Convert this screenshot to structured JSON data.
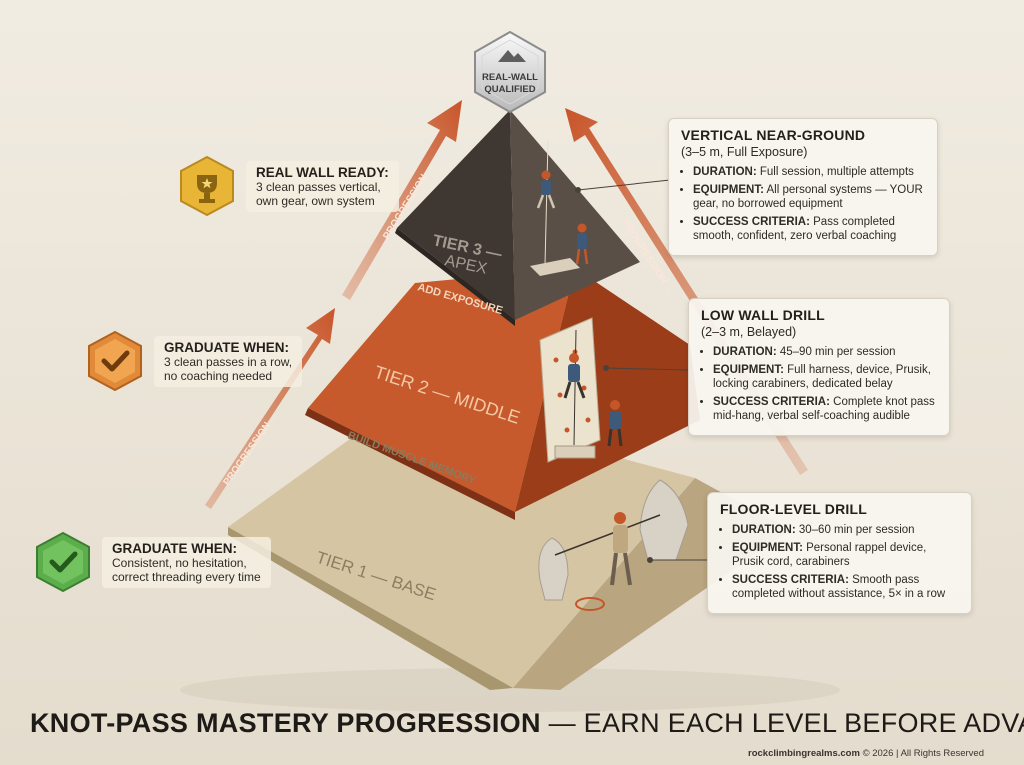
{
  "title": {
    "bold": "KNOT-PASS MASTERY PROGRESSION",
    "rest": " — EARN EACH LEVEL BEFORE ADVANCING"
  },
  "footer": {
    "domain": "rockclimbingrealms.com",
    "rest": " © 2026 | All Rights Reserved"
  },
  "seal": {
    "line1": "REAL-WALL",
    "line2": "QUALIFIED"
  },
  "tiers": {
    "tier1": {
      "label": "TIER 1 — BASE",
      "band": "BUILD MUSCLE MEMORY"
    },
    "tier2": {
      "label": "TIER 2 — MIDDLE",
      "band": "ADD EXPOSURE"
    },
    "tier3": {
      "line1": "TIER 3 —",
      "line2": "APEX"
    }
  },
  "arrows": {
    "label": "PROGRESSION →",
    "right_label": "PROGRESSION →"
  },
  "badges": {
    "real_wall": {
      "title": "REAL WALL READY:",
      "line1": "3 clean passes vertical,",
      "line2": "own gear, own system"
    },
    "grad2": {
      "title": "GRADUATE WHEN:",
      "line1": "3 clean passes in a row,",
      "line2": "no coaching needed"
    },
    "grad1": {
      "title": "GRADUATE WHEN:",
      "line1": "Consistent, no hesitation,",
      "line2": "correct threading every time"
    }
  },
  "cards": {
    "vertical": {
      "title": "VERTICAL NEAR-GROUND",
      "sub": "(3–5 m, Full Exposure)",
      "items": [
        {
          "key": "DURATION:",
          "text": " Full session, multiple attempts"
        },
        {
          "key": "EQUIPMENT:",
          "text": " All personal systems — YOUR gear, no borrowed equipment"
        },
        {
          "key": "SUCCESS CRITERIA:",
          "text": " Pass completed smooth, confident, zero verbal coaching"
        }
      ]
    },
    "lowwall": {
      "title": "LOW WALL DRILL",
      "sub": "(2–3 m, Belayed)",
      "items": [
        {
          "key": "DURATION:",
          "text": " 45–90 min per session"
        },
        {
          "key": "EQUIPMENT:",
          "text": " Full harness, device, Prusik, locking carabiners, dedicated belay"
        },
        {
          "key": "SUCCESS CRITERIA:",
          "text": " Complete knot pass mid-hang, verbal self-coaching audible"
        }
      ]
    },
    "floor": {
      "title": "FLOOR-LEVEL DRILL",
      "sub": "",
      "items": [
        {
          "key": "DURATION:",
          "text": " 30–60 min per session"
        },
        {
          "key": "EQUIPMENT:",
          "text": " Personal rappel device, Prusik cord, carabiners"
        },
        {
          "key": "SUCCESS CRITERIA:",
          "text": " Smooth pass completed without assistance, 5× in a row"
        }
      ]
    }
  },
  "colors": {
    "background": "#ece6da",
    "tier1": "#cdbb98",
    "tier2": "#c75a2c",
    "tier3": "#4a413a",
    "arrow": "#c8552a",
    "badge_gold": "#e8b536",
    "badge_orange": "#e08a3a",
    "badge_green": "#5cae4c"
  }
}
